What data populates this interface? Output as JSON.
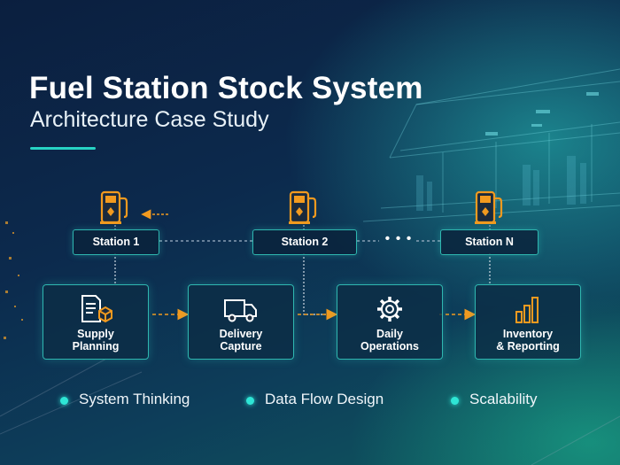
{
  "title": "Fuel Station Stock System",
  "subtitle": "Architecture Case Study",
  "stations": [
    {
      "label": "Station 1"
    },
    {
      "label": "Station 2"
    },
    {
      "label": "Station N"
    }
  ],
  "ellipsis": "• • •",
  "processes": [
    {
      "line1": "Supply",
      "line2": "Planning",
      "icon": "document-box-icon"
    },
    {
      "line1": "Delivery",
      "line2": "Capture",
      "icon": "truck-icon"
    },
    {
      "line1": "Daily",
      "line2": "Operations",
      "icon": "gear-icon"
    },
    {
      "line1": "Inventory",
      "line2": "& Reporting",
      "icon": "bar-chart-icon"
    }
  ],
  "features": [
    {
      "label": "System Thinking"
    },
    {
      "label": "Data Flow Design"
    },
    {
      "label": "Scalability"
    }
  ],
  "colors": {
    "accent_teal": "#2fb7b0",
    "accent_orange": "#f29a1f",
    "bullet": "#2ee6d6"
  }
}
